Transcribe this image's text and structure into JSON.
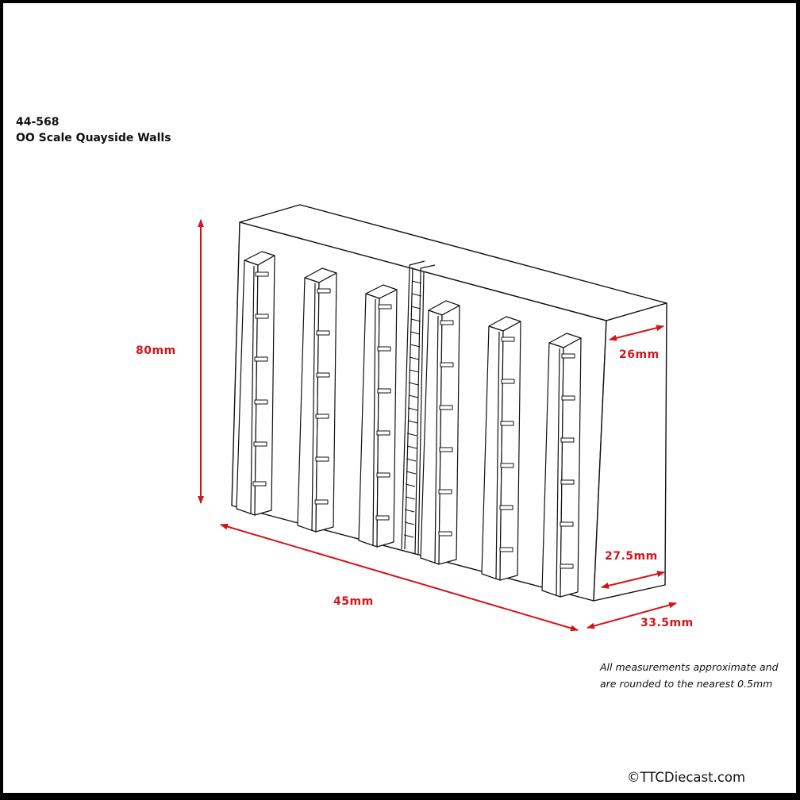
{
  "header": {
    "product_code": "44-568",
    "product_name": "OO Scale Quayside Walls"
  },
  "dimensions": {
    "height": "80mm",
    "length": "45mm",
    "depth_top": "26mm",
    "depth_bottom": "27.5mm",
    "base_depth": "33.5mm"
  },
  "note": {
    "line1": "All measurements approximate and",
    "line2": "are rounded to the nearest 0.5mm"
  },
  "footer": {
    "copyright": "©TTCDiecast.com"
  },
  "drawing": {
    "subject": "quayside-wall-isometric",
    "pillar_count": 6,
    "ladder_count": 1,
    "dimension_color": "#d0161b",
    "line_color": "#111111"
  }
}
